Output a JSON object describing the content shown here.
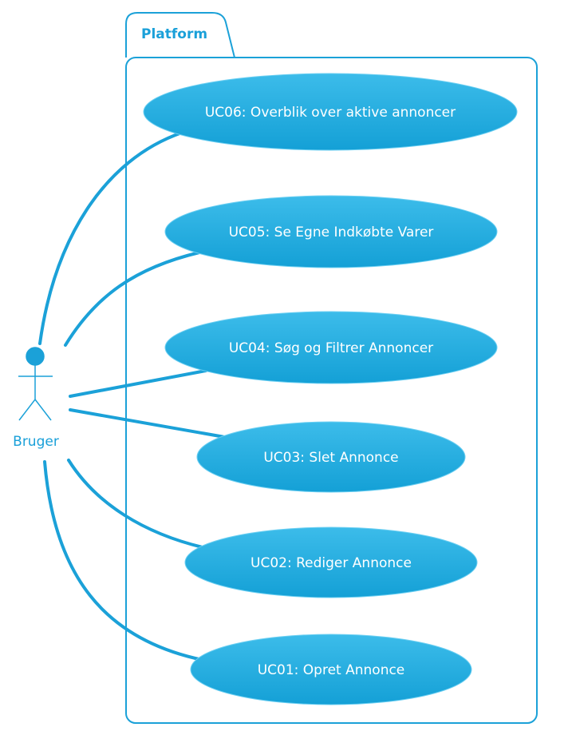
{
  "colors": {
    "accent": "#1ba1d8",
    "ellipse_top": "#3cbcea",
    "ellipse_bottom": "#14a0d6",
    "ellipse_stroke": "#6ccff2",
    "label": "#1aa0d9",
    "background": "#ffffff"
  },
  "package": {
    "label": "Platform"
  },
  "actor": {
    "label": "Bruger",
    "icon": "stick-figure-icon"
  },
  "use_cases": [
    {
      "id": "uc06",
      "label": "UC06: Overblik over aktive annoncer"
    },
    {
      "id": "uc05",
      "label": "UC05: Se Egne Indkøbte Varer"
    },
    {
      "id": "uc04",
      "label": "UC04: Søg og Filtrer Annoncer"
    },
    {
      "id": "uc03",
      "label": "UC03: Slet Annonce"
    },
    {
      "id": "uc02",
      "label": "UC02: Rediger Annonce"
    },
    {
      "id": "uc01",
      "label": "UC01: Opret Annonce"
    }
  ]
}
